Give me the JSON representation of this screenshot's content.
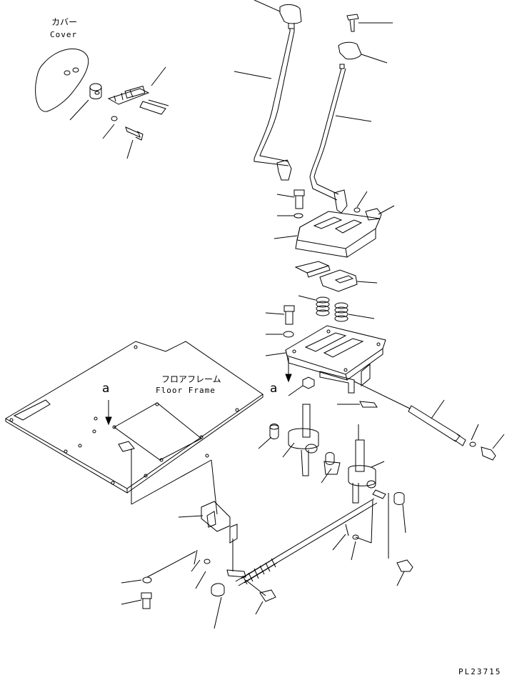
{
  "labels": {
    "cover_jp": "カバー",
    "cover_en": "Cover",
    "floor_frame_jp": "フロアフレーム",
    "floor_frame_en": "Floor Frame",
    "ref_a_floor": "a",
    "ref_a_plate": "a",
    "drawing_code": "PL23715"
  },
  "colors": {
    "ink": "#000000",
    "paper": "#ffffff"
  }
}
